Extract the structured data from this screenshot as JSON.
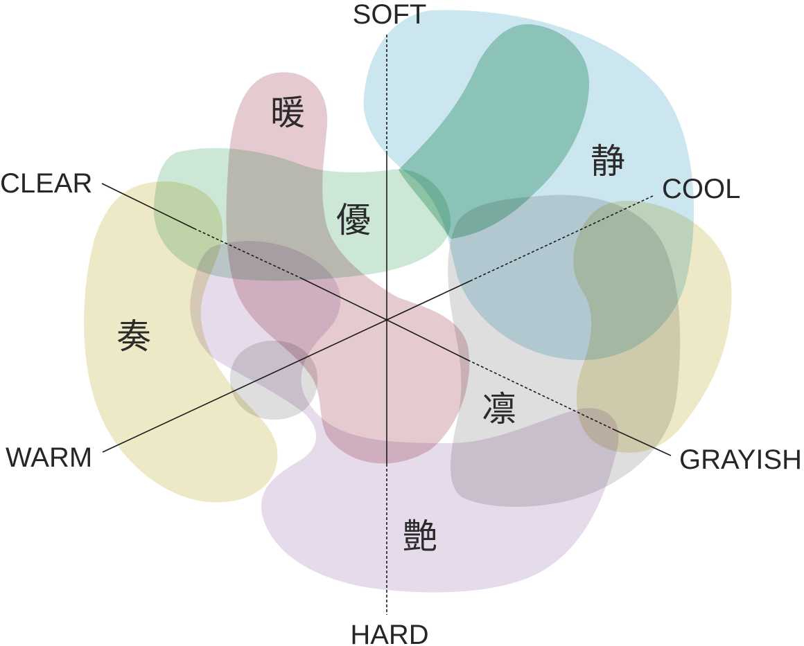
{
  "axes": {
    "soft": {
      "label": "SOFT"
    },
    "hard": {
      "label": "HARD"
    },
    "clear": {
      "label": "CLEAR"
    },
    "grayish": {
      "label": "GRAYISH"
    },
    "cool": {
      "label": "COOL"
    },
    "warm": {
      "label": "WARM"
    }
  },
  "regions": [
    {
      "id": "shizuka",
      "label": "静",
      "color": "#b8dce9",
      "opacity": 0.72
    },
    {
      "id": "yuu",
      "label": "優",
      "color": "#a9d6b9",
      "opacity": 0.58
    },
    {
      "id": "dan",
      "label": "暖",
      "color": "#d3a5ad",
      "opacity": 0.58
    },
    {
      "id": "sou",
      "label": "奏",
      "color": "#e2dba4",
      "opacity": 0.62
    },
    {
      "id": "en",
      "label": "艶",
      "color": "#d6c3de",
      "opacity": 0.6
    },
    {
      "id": "rin",
      "label": "凛",
      "color": "#c2c2c2",
      "opacity": 0.55
    }
  ]
}
